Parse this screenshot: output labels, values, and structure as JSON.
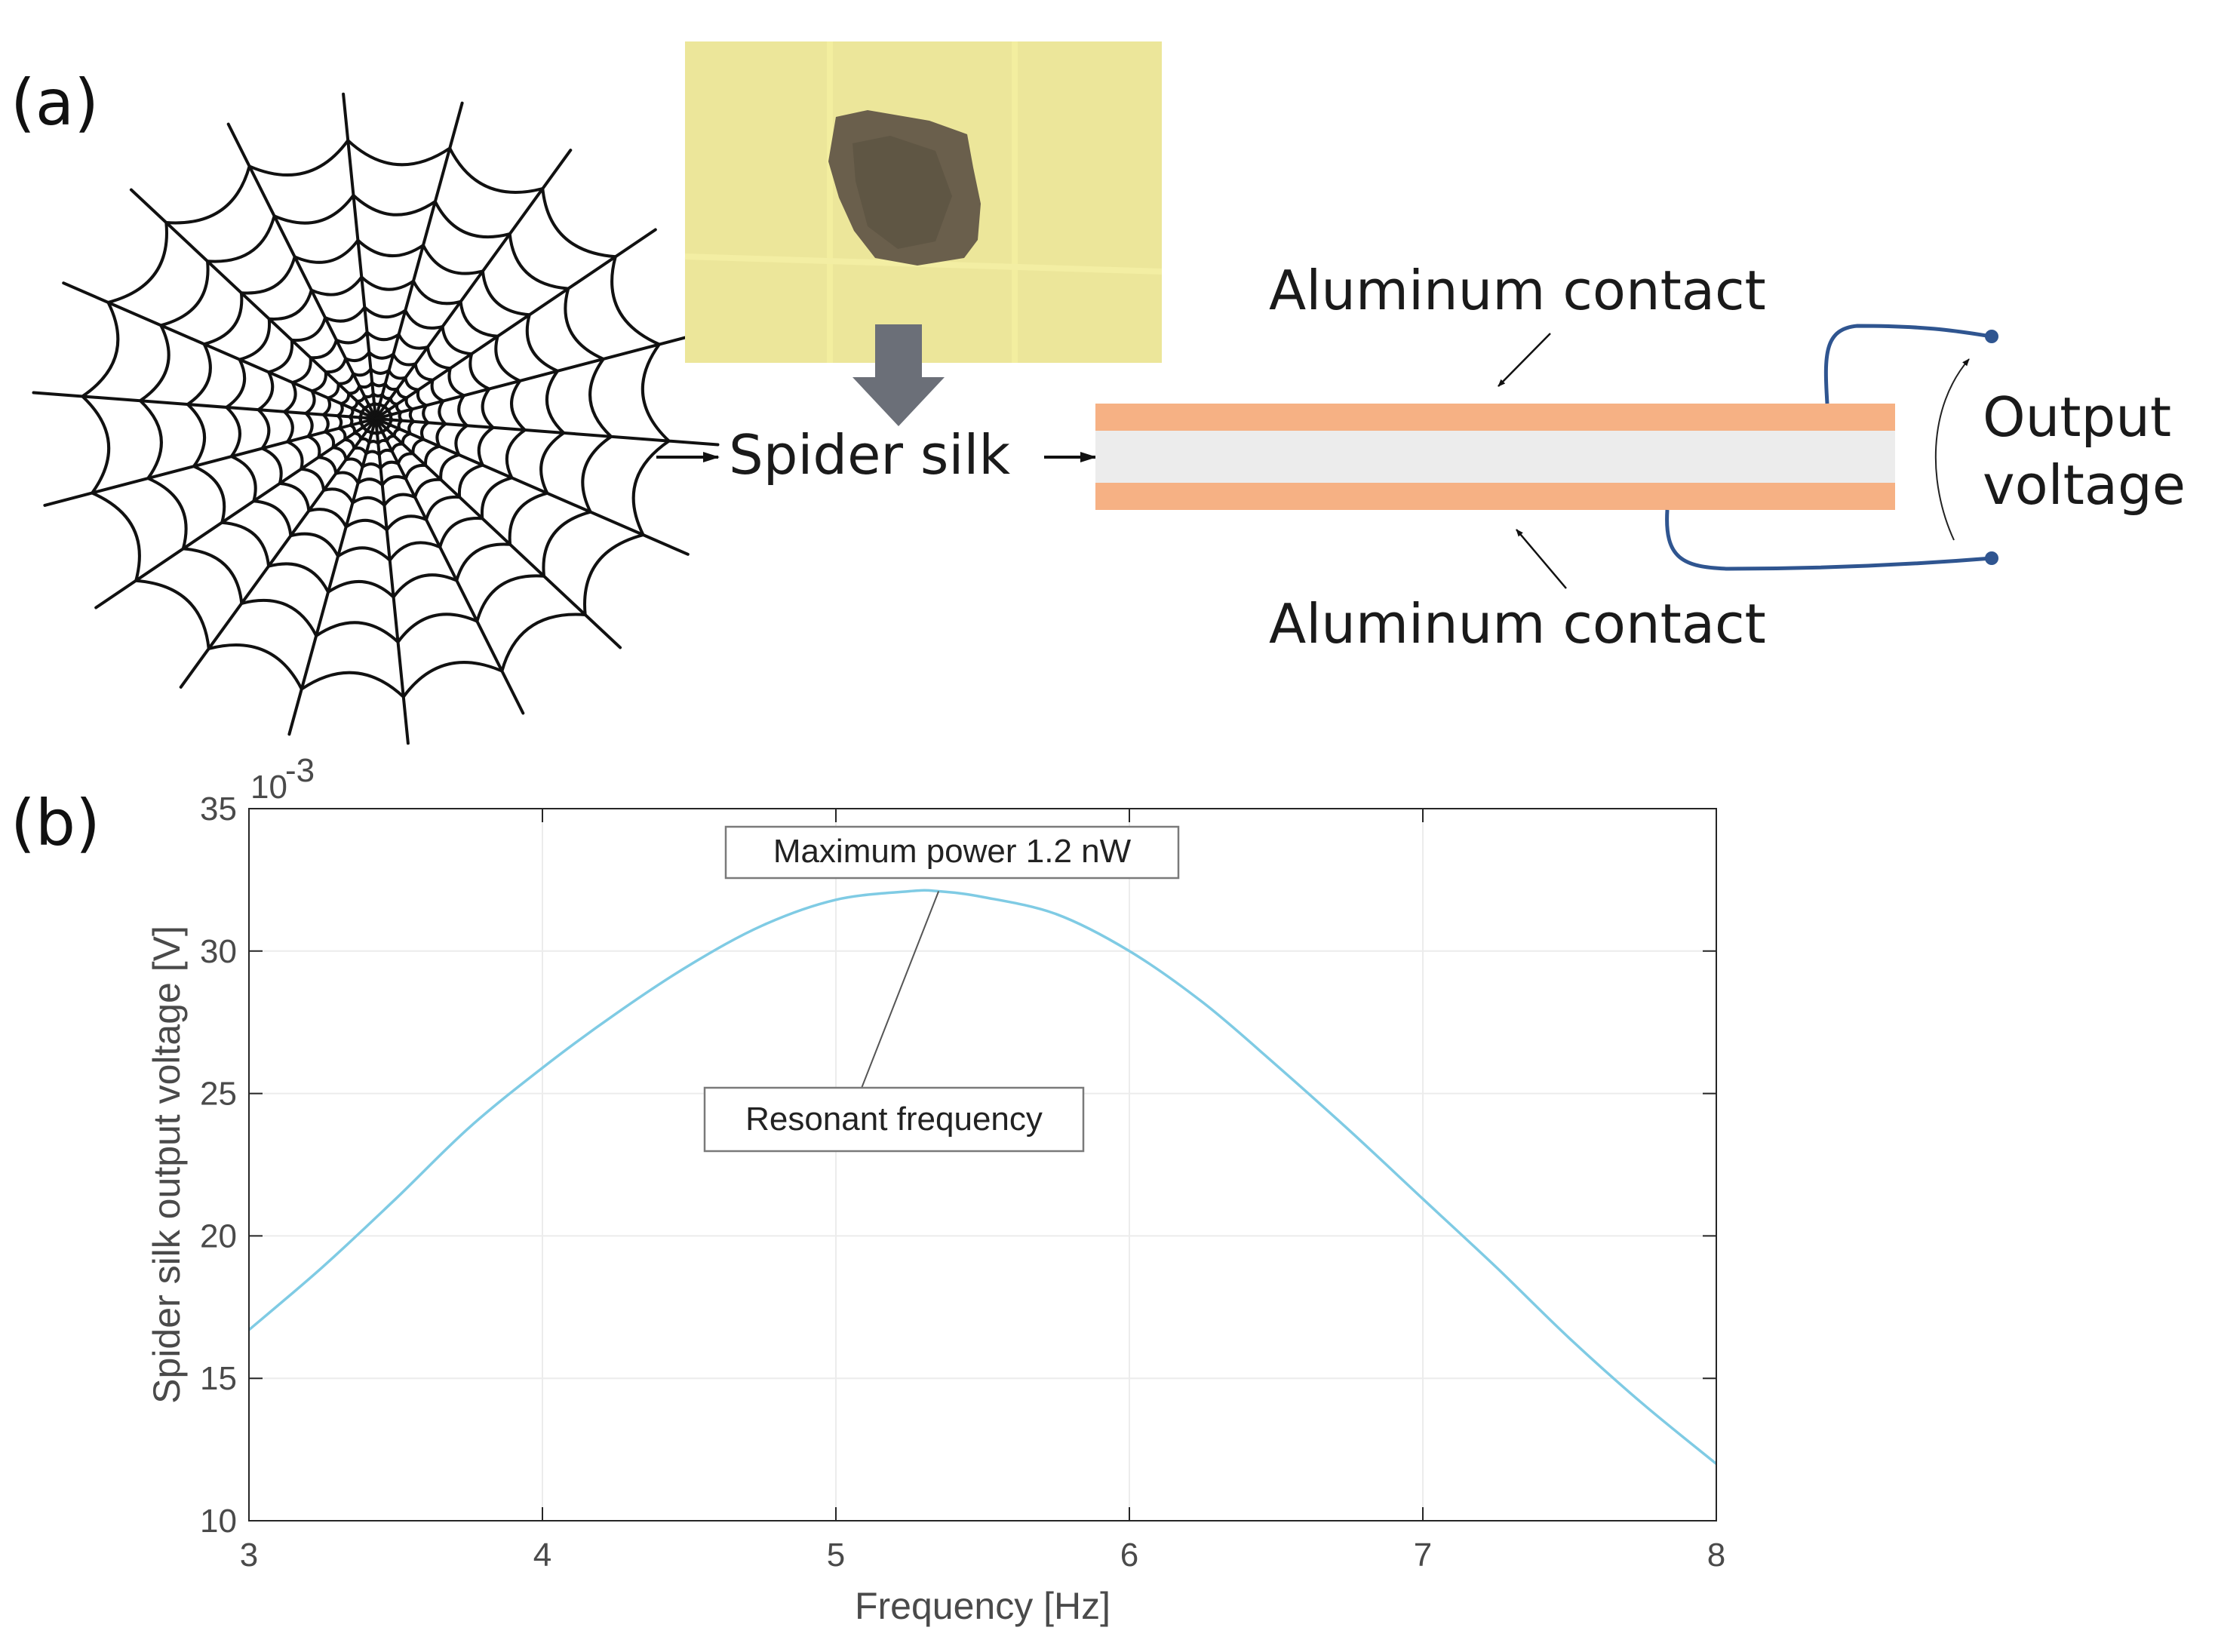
{
  "panel_a": {
    "label": "(a)",
    "spider_silk_label": "Spider silk",
    "top_contact_label": "Aluminum contact",
    "bottom_contact_label": "Aluminum contact",
    "output_label_line1": "Output",
    "output_label_line2": "voltage",
    "colors": {
      "contact": "#f6b184",
      "silk_layer": "#ececec",
      "wire": "#2f5590",
      "photo_background": "#ece69a",
      "silk_sample": "#6a5f4c",
      "down_arrow": "#6b6f78"
    }
  },
  "panel_b": {
    "label": "(b)"
  },
  "chart_data": {
    "type": "line",
    "xlabel": "Frequency [Hz]",
    "ylabel": "Spider silk output voltage [V]",
    "y_exponent_label": "10",
    "y_exponent_power": "-3",
    "xlim": [
      3,
      8
    ],
    "ylim": [
      10,
      35
    ],
    "xticks": [
      "3",
      "4",
      "5",
      "6",
      "7",
      "8"
    ],
    "yticks": [
      "10",
      "15",
      "20",
      "25",
      "30",
      "35"
    ],
    "grid": true,
    "line_color": "#7fcbe4",
    "series": [
      {
        "x": [
          3.0,
          3.25,
          3.5,
          3.75,
          4.0,
          4.25,
          4.5,
          4.75,
          5.0,
          5.25,
          5.35,
          5.5,
          5.75,
          6.0,
          6.25,
          6.5,
          6.75,
          7.0,
          7.25,
          7.5,
          7.75,
          8.0
        ],
        "values": [
          16.7,
          18.9,
          21.3,
          23.8,
          25.9,
          27.8,
          29.5,
          30.9,
          31.8,
          32.1,
          32.1,
          31.9,
          31.3,
          30.0,
          28.2,
          26.0,
          23.7,
          21.3,
          18.9,
          16.4,
          14.1,
          12.0
        ]
      }
    ],
    "annotations": [
      {
        "text": "Maximum power 1.2 nW",
        "x": 5.35,
        "y": 32.1
      },
      {
        "text": "Resonant frequency",
        "x": 5.35,
        "y": 32.1
      }
    ]
  }
}
